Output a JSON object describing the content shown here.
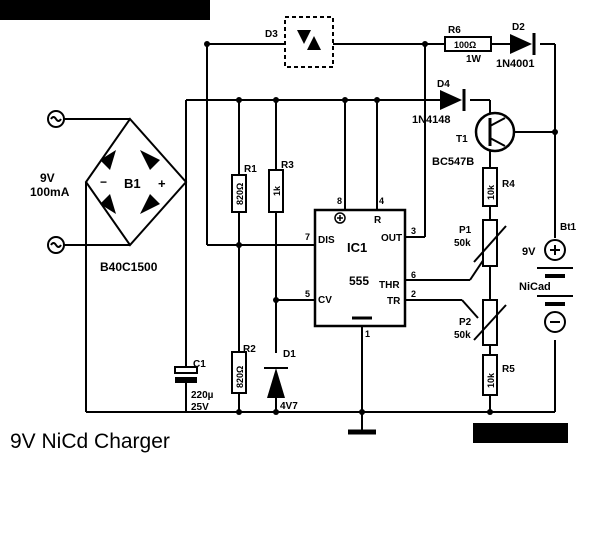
{
  "caption": "9V NiCd Charger",
  "supply": {
    "voltage": "9V",
    "current": "100mA"
  },
  "bridge": {
    "ref": "B1",
    "part": "B40C1500",
    "minus": "−",
    "plus": "+"
  },
  "c1": {
    "ref": "C1",
    "value": "220µ",
    "voltage": "25V"
  },
  "r1": {
    "ref": "R1",
    "value": "820Ω"
  },
  "r2": {
    "ref": "R2",
    "value": "820Ω"
  },
  "r3": {
    "ref": "R3",
    "value": "1k"
  },
  "d1": {
    "ref": "D1",
    "value": "4V7"
  },
  "d3": {
    "ref": "D3"
  },
  "ic1": {
    "ref": "IC1",
    "part": "555",
    "pins": {
      "dis": "DIS",
      "cv": "CV",
      "r": "R",
      "out": "OUT",
      "thr": "THR",
      "tr": "TR"
    },
    "pin_numbers": {
      "p1": "1",
      "p2": "2",
      "p3": "3",
      "p4": "4",
      "p5": "5",
      "p6": "6",
      "p7": "7",
      "p8": "8"
    }
  },
  "r6": {
    "ref": "R6",
    "value": "100Ω",
    "power": "1W"
  },
  "d2": {
    "ref": "D2",
    "part": "1N4001"
  },
  "d4": {
    "ref": "D4",
    "part": "1N4148"
  },
  "t1": {
    "ref": "T1",
    "part": "BC547B"
  },
  "r4": {
    "ref": "R4",
    "value": "10k"
  },
  "r5": {
    "ref": "R5",
    "value": "10k"
  },
  "p1": {
    "ref": "P1",
    "value": "50k"
  },
  "p2": {
    "ref": "P2",
    "value": "50k"
  },
  "battery": {
    "ref": "Bt1",
    "voltage": "9V",
    "type": "NiCad"
  }
}
